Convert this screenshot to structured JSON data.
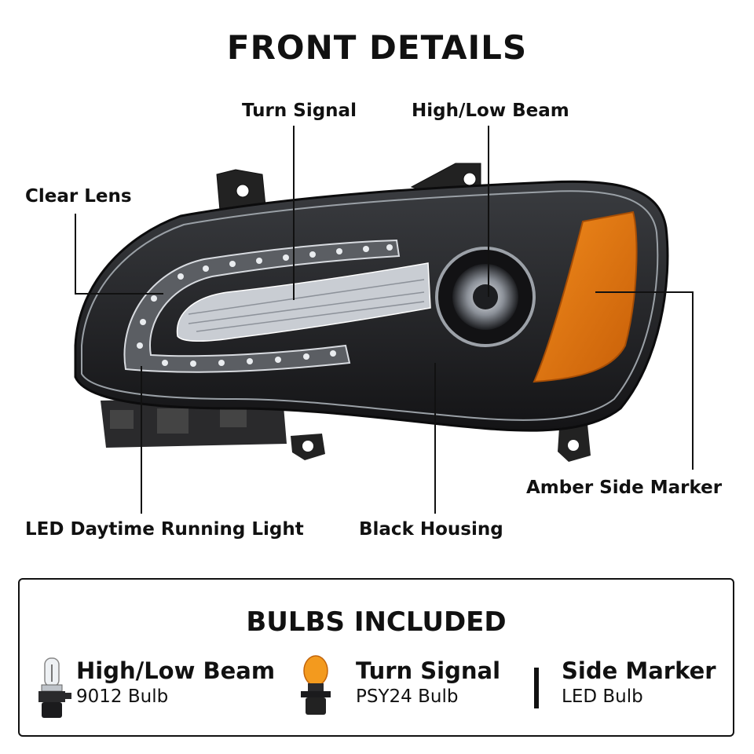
{
  "title": "FRONT DETAILS",
  "callouts": {
    "turn_signal": "Turn Signal",
    "high_low_beam": "High/Low Beam",
    "clear_lens": "Clear Lens",
    "amber_side_marker": "Amber Side Marker",
    "led_drl": "LED Daytime Running Light",
    "black_housing": "Black Housing"
  },
  "bulbs": {
    "heading": "BULBS INCLUDED",
    "items": [
      {
        "name": "High/Low Beam",
        "type": "9012 Bulb",
        "icon": "halogen-bulb-icon"
      },
      {
        "name": "Turn Signal",
        "type": "PSY24 Bulb",
        "icon": "amber-bulb-icon"
      },
      {
        "name": "Side Marker",
        "type": "LED Bulb",
        "icon": "led-bar-icon"
      }
    ]
  },
  "colors": {
    "housing": "#1b1b1d",
    "amber_marker": "#e0730f",
    "chrome": "#cfd3d8",
    "text": "#111111"
  }
}
